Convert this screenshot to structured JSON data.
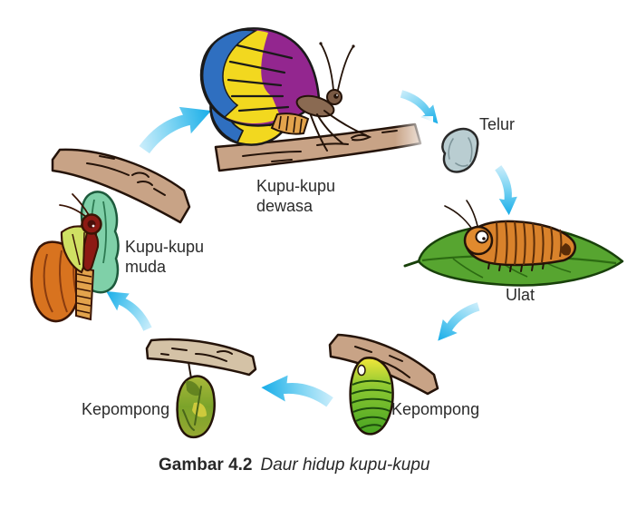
{
  "figure": {
    "caption": {
      "label": "Gambar 4.2",
      "title": "Daur hidup kupu-kupu"
    },
    "stages": {
      "kupu_kupu_dewasa": "Kupu-kupu\ndewasa",
      "telur": "Telur",
      "ulat": "Ulat",
      "kepompong_kanan": "Kepompong",
      "kepompong_kiri": "Kepompong",
      "kupu_kupu_muda": "Kupu-kupu\nmuda"
    },
    "cycle_arrows": [
      {
        "from": "Kupu-kupu muda",
        "to": "Kupu-kupu dewasa"
      },
      {
        "from": "Kupu-kupu dewasa",
        "to": "Telur"
      },
      {
        "from": "Telur",
        "to": "Ulat"
      },
      {
        "from": "Ulat",
        "to": "Kepompong"
      },
      {
        "from": "Kepompong",
        "to": "Kepompong"
      },
      {
        "from": "Kepompong",
        "to": "Kupu-kupu muda"
      }
    ],
    "colors": {
      "background": "#ffffff",
      "arrow_head": "#17ade8",
      "arrow_tail": "#cdeefb",
      "branch": "#c8a386",
      "branch_light": "#d4c2a6",
      "leaf": "#57a530",
      "caterpillar": "#d9822b",
      "egg": "#b9cdd1",
      "pupa_green": "#55b52a",
      "pupa_yellow": "#f2e73a",
      "pupa_olive": "#7ba32a",
      "chrysalis_teal": "#7fd0a8",
      "wing_blue": "#2f6fc0",
      "wing_yellow": "#f2d81f",
      "wing_purple": "#93268f",
      "wing_orange": "#d8731f",
      "young_body_red": "#8c1a14",
      "text": "#2b2b2b"
    }
  }
}
